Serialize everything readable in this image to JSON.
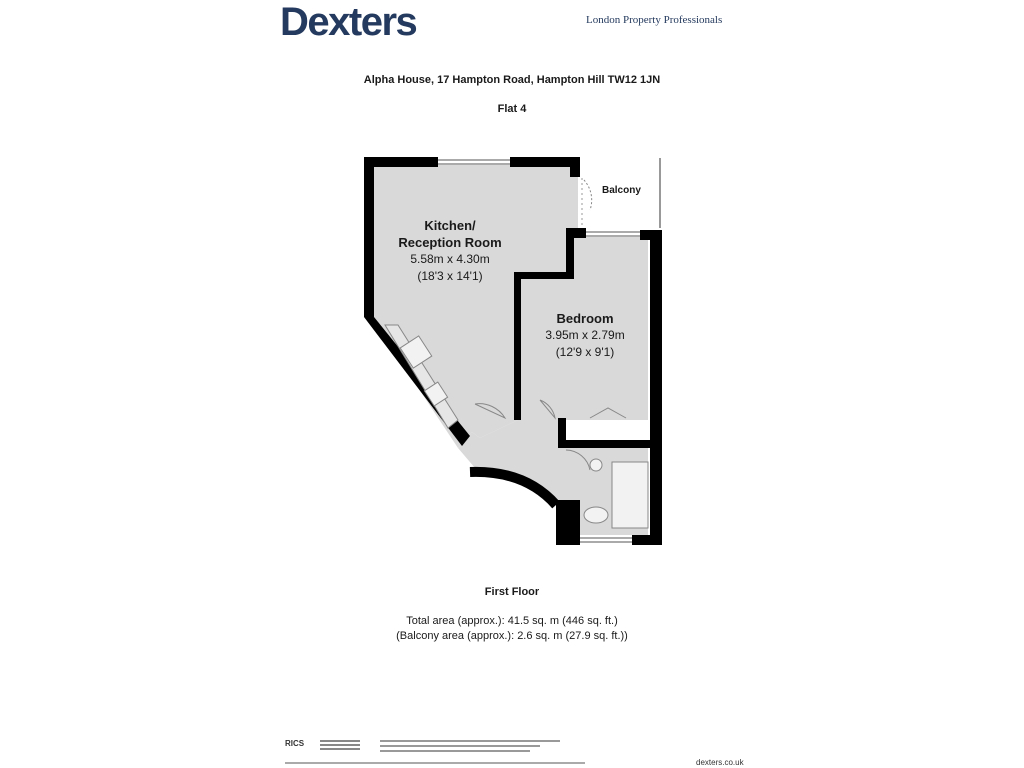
{
  "header": {
    "brand": "Dexters",
    "tagline": "London Property Professionals"
  },
  "address": "Alpha House, 17 Hampton Road, Hampton Hill TW12 1JN",
  "unit": "Flat 4",
  "rooms": {
    "kitchen": {
      "name_line1": "Kitchen/",
      "name_line2": "Reception Room",
      "metric": "5.58m x 4.30m",
      "imperial": "(18'3 x 14'1)"
    },
    "bedroom": {
      "name": "Bedroom",
      "metric": "3.95m x 2.79m",
      "imperial": "(12'9 x 9'1)"
    },
    "balcony": {
      "name": "Balcony"
    }
  },
  "floor_label": "First Floor",
  "areas": {
    "total": "Total area (approx.): 41.5 sq. m (446 sq. ft.)",
    "balcony": "(Balcony area (approx.): 2.6 sq. m (27.9 sq. ft.))"
  },
  "footer": {
    "rics": "RICS",
    "website": "dexters.co.uk"
  },
  "colors": {
    "brand": "#243a5e",
    "wall": "#000000",
    "floor": "#d9d9d9"
  }
}
